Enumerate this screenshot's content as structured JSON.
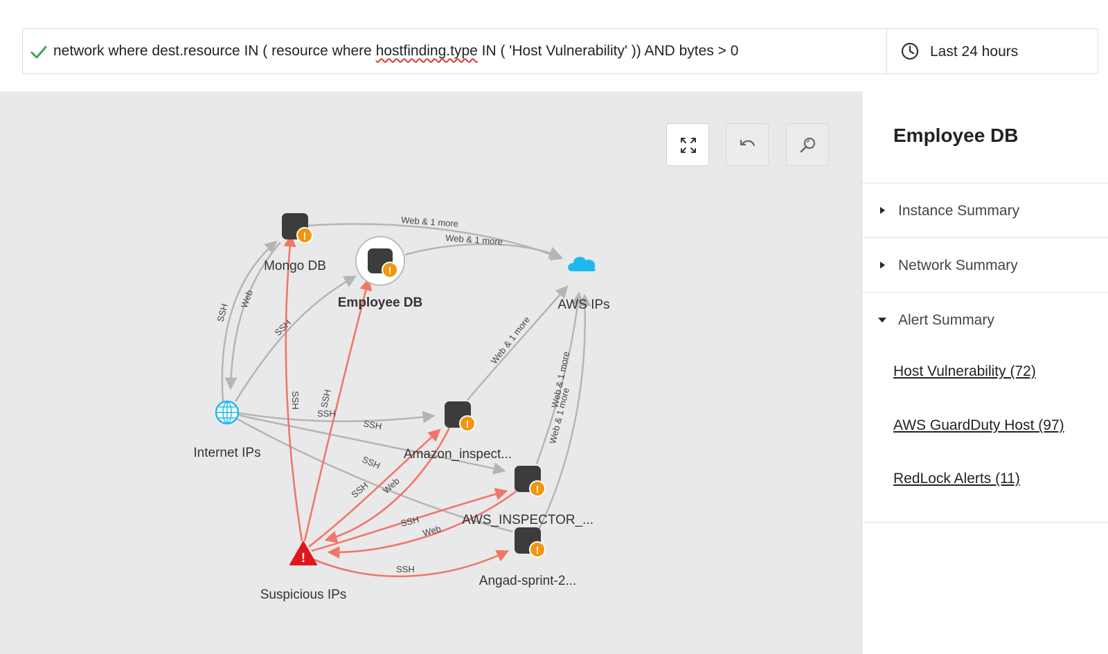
{
  "query": {
    "prefix": "network where dest.resource IN ( resource where ",
    "flagged_word": "hostfinding.type",
    "suffix": " IN ( 'Host Vulnerability' )) AND bytes > 0",
    "valid_icon": "checkmark-icon",
    "time_range": "Last 24 hours",
    "time_icon": "clock-icon"
  },
  "toolbar": {
    "fit_icon": "expand-icon",
    "undo_icon": "undo-icon",
    "search_icon": "zoom-search-icon"
  },
  "nodes": {
    "mongo": "Mongo DB",
    "employee": "Employee DB",
    "aws": "AWS IPs",
    "internet": "Internet IPs",
    "amazon": "Amazon_inspect...",
    "aws_inspector": "AWS_INSPECTOR_...",
    "angad": "Angad-sprint-2...",
    "suspicious": "Suspicious IPs"
  },
  "edge_labels": {
    "mongo_aws": "Web & 1 more",
    "employee_aws": "Web & 1 more",
    "internet_mongo_ssh": "SSH",
    "mongo_internet_web": "Web",
    "internet_employee_ssh": "SSH",
    "suspicious_mongo_ssh": "SSH",
    "suspicious_employee_ssh": "SSH",
    "internet_amazon_ssh": "SSH",
    "internet_amazon_ssh2": "SSH",
    "internet_awsinsp_ssh": "SSH",
    "amazon_aws": "Web & 1 more",
    "awsinsp_aws": "Web & 1 more",
    "angad_aws": "Web & 1 more",
    "suspicious_amazon_ssh": "SSH",
    "amazon_suspicious_web": "Web",
    "suspicious_awsinsp_ssh": "SSH",
    "awsinsp_suspicious_web": "Web",
    "suspicious_angad_ssh": "SSH"
  },
  "colors": {
    "gray_edge": "#b5b5b5",
    "red_edge": "#f0766a",
    "node_dark": "#3c3c3c",
    "warning": "#f2950f",
    "cloud": "#1fb8f0",
    "danger": "#e3161b"
  },
  "panel": {
    "title": "Employee DB",
    "sections": [
      {
        "label": "Instance Summary",
        "expanded": false
      },
      {
        "label": "Network Summary",
        "expanded": false
      },
      {
        "label": "Alert Summary",
        "expanded": true
      }
    ],
    "alerts": [
      "Host Vulnerability (72)",
      "AWS GuardDuty Host (97)",
      "RedLock Alerts (11)"
    ]
  }
}
